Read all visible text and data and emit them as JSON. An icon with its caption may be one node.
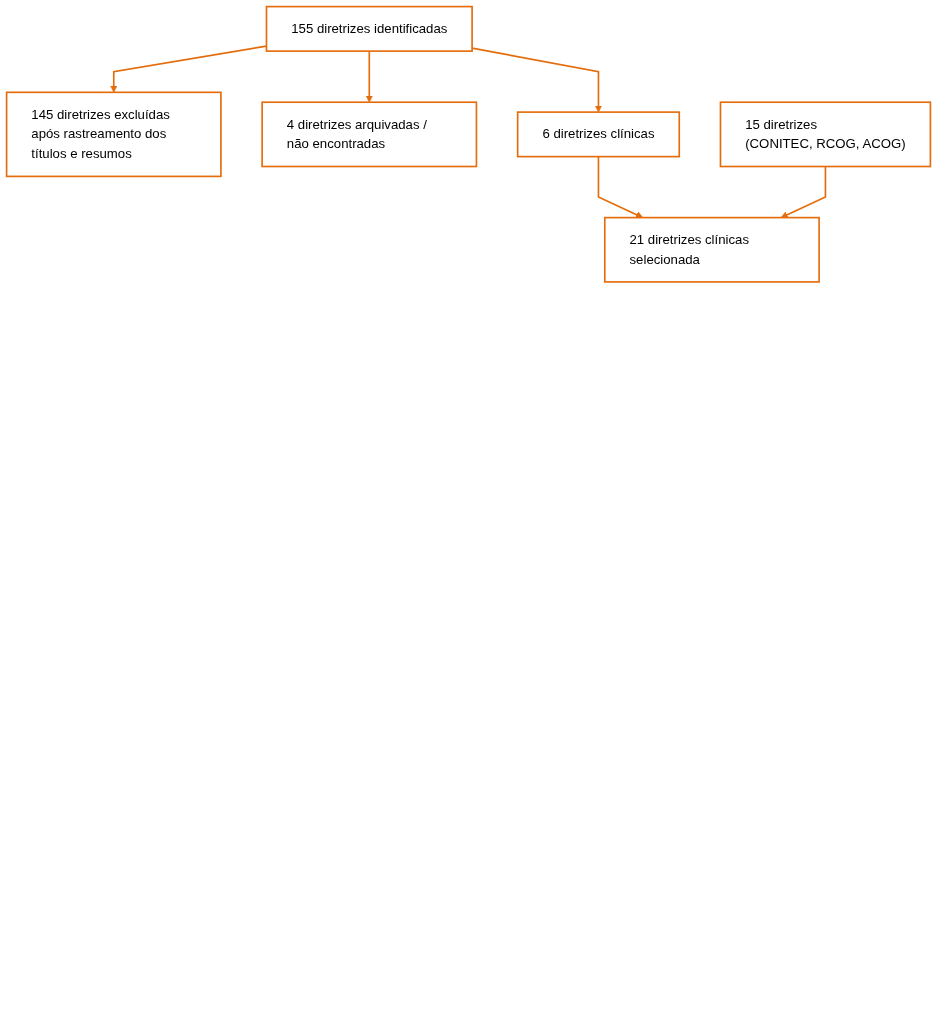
{
  "diagram": {
    "nodes": [
      {
        "text": [
          "155 diretrizes identificadas"
        ]
      },
      {
        "text": [
          "145 diretrizes excluídas após rastreamento dos títulos e resumos"
        ]
      },
      {
        "text": [
          "4 diretrizes arquivadas / não encontradas"
        ]
      },
      {
        "text": [
          "6 diretrizes clínicas"
        ]
      },
      {
        "text": [
          "15 diretrizes",
          "(CONITEC, RCOG, ACOG)"
        ]
      },
      {
        "text": [
          "21 diretrizes clínicas selecionada"
        ]
      }
    ],
    "edges": [
      {
        "from": 0,
        "to": 1,
        "arrow": "to"
      },
      {
        "from": 0,
        "to": 2,
        "arrow": "to"
      },
      {
        "from": 0,
        "to": 3,
        "arrow": "to"
      },
      {
        "from": 3,
        "to": 5,
        "arrow": "to"
      },
      {
        "from": 4,
        "to": 5,
        "arrow": "to"
      }
    ]
  }
}
